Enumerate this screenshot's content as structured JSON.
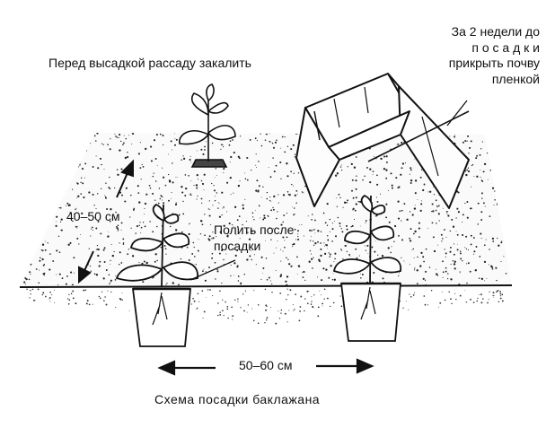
{
  "labels": {
    "harden_note": "Перед высадкой рассаду закалить",
    "cover_note": "За 2 недели до\nп о с а д к и\nприкрыть почву\nпленкой",
    "water_note": "Полить после\nпосадки",
    "row_spacing": "40–50 см",
    "plant_spacing": "50–60 см",
    "caption": "Схема посадки баклажана"
  },
  "colors": {
    "ink": "#111111",
    "paper": "#ffffff"
  },
  "icons": [
    "seedling-icon",
    "potted-plant-icon",
    "film-cover-icon",
    "arrow-icon"
  ]
}
